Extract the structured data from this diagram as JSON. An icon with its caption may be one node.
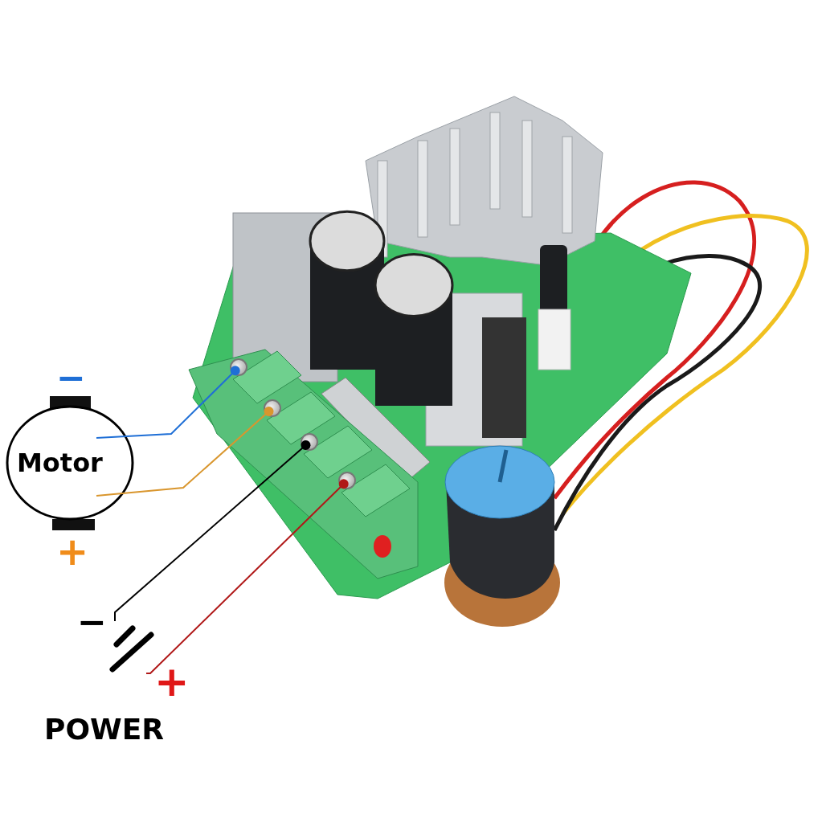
{
  "diagram": {
    "nodes": [
      {
        "text": [],
        "shape": "picture"
      },
      {
        "text": [],
        "shape": "circle",
        "in": 0
      },
      {
        "text": [],
        "shape": "circle",
        "in": 0
      },
      {
        "text": [],
        "shape": "circle",
        "in": 0
      },
      {
        "text": [],
        "shape": "circle",
        "in": 0
      },
      {
        "text": [
          "Motor"
        ],
        "beside": [
          "−",
          "+"
        ]
      },
      {
        "text": [],
        "shape": "battery",
        "beside": [
          "−",
          "+",
          "POWER"
        ]
      }
    ],
    "edges": [
      {
        "from": 5,
        "to": 1,
        "arrow": "other",
        "color": "#1f6fd6"
      },
      {
        "from": 5,
        "to": 2,
        "arrow": "other",
        "color": "#d9962e"
      },
      {
        "from": 6,
        "to": 3,
        "arrow": "other",
        "color": "#000000"
      },
      {
        "from": 6,
        "to": 4,
        "arrow": "other",
        "color": "#b01818"
      }
    ]
  }
}
